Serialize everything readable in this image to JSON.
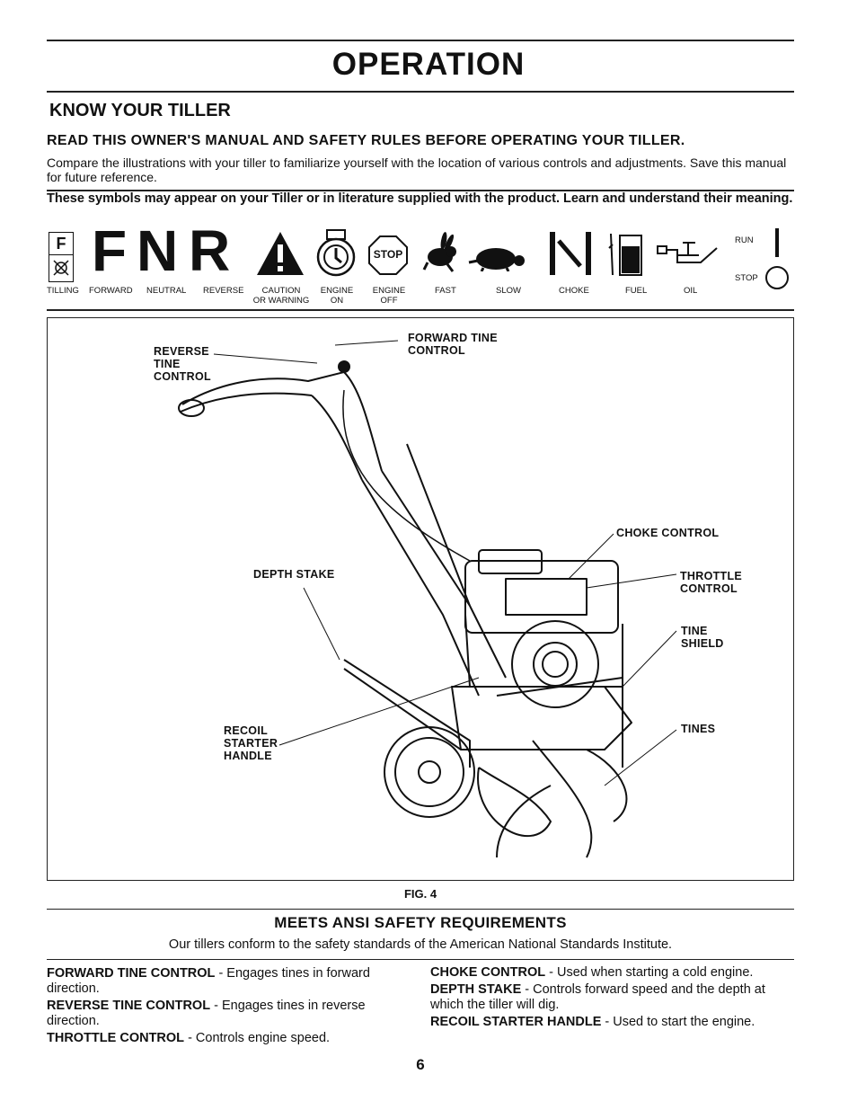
{
  "header": {
    "title": "OPERATION",
    "section": "KNOW YOUR TILLER",
    "subheading": "READ THIS OWNER'S MANUAL AND SAFETY RULES BEFORE OPERATING YOUR TILLER.",
    "intro": "Compare the illustrations with your tiller to familiarize yourself with the location of various controls and adjustments. Save this manual for future reference.",
    "symbols_note": "These symbols may appear on your Tiller or in literature supplied with the product. Learn and understand their meaning."
  },
  "symbols": {
    "tilling": "TILLING",
    "forward_letter": "F",
    "forward": "FORWARD",
    "neutral_letter": "N",
    "neutral": "NEUTRAL",
    "reverse_letter": "R",
    "reverse": "REVERSE",
    "caution": "CAUTION\nOR WARNING",
    "engine_on": "ENGINE\nON",
    "stop_sign": "STOP",
    "engine_off": "ENGINE\nOFF",
    "fast": "FAST",
    "slow": "SLOW",
    "choke": "CHOKE",
    "fuel": "FUEL",
    "oil": "OIL",
    "run": "RUN",
    "stop": "STOP",
    "tilling_letter": "F"
  },
  "figure": {
    "callouts": {
      "reverse_tine_control": "REVERSE\nTINE\nCONTROL",
      "forward_tine_control": "FORWARD TINE\nCONTROL",
      "choke_control": "CHOKE CONTROL",
      "depth_stake": "DEPTH STAKE",
      "throttle_control": "THROTTLE\nCONTROL",
      "tine_shield": "TINE\nSHIELD",
      "recoil_starter_handle": "RECOIL\nSTARTER\nHANDLE",
      "tines": "TINES"
    },
    "caption": "FIG. 4"
  },
  "ansi": {
    "heading": "MEETS ANSI SAFETY REQUIREMENTS",
    "text": "Our tillers conform to the safety standards of the American National Standards Institute."
  },
  "descriptions": {
    "left": [
      {
        "term": "FORWARD TINE CONTROL",
        "text": " - Engages tines in forward direction."
      },
      {
        "term": "REVERSE TINE CONTROL",
        "text": " - Engages tines in reverse direction."
      },
      {
        "term": "THROTTLE CONTROL",
        "text": " - Controls engine speed."
      }
    ],
    "right": [
      {
        "term": "CHOKE CONTROL",
        "text": " - Used when starting a cold engine."
      },
      {
        "term": "DEPTH STAKE",
        "text": " - Controls forward speed and the depth at which the tiller will dig."
      },
      {
        "term": "RECOIL STARTER HANDLE",
        "text": " - Used to start the engine."
      }
    ]
  },
  "page_number": "6"
}
